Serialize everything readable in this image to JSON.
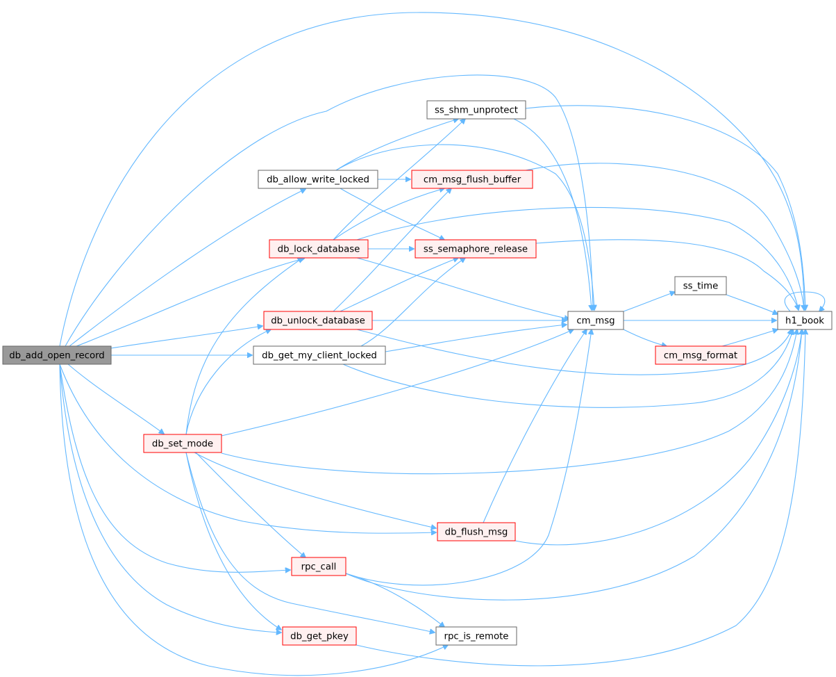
{
  "graph": {
    "type": "call-graph",
    "edge_color": "#63b8ff",
    "nodes": [
      {
        "id": "db_add_open_record",
        "label": "db_add_open_record",
        "style": "root",
        "fill": "#999999",
        "stroke": "#666666"
      },
      {
        "id": "db_allow_write_locked",
        "label": "db_allow_write_locked",
        "style": "normal",
        "fill": "#ffffff",
        "stroke": "#666666"
      },
      {
        "id": "ss_shm_unprotect",
        "label": "ss_shm_unprotect",
        "style": "normal",
        "fill": "#ffffff",
        "stroke": "#666666"
      },
      {
        "id": "cm_msg",
        "label": "cm_msg",
        "style": "normal",
        "fill": "#ffffff",
        "stroke": "#666666"
      },
      {
        "id": "h1_book",
        "label": "h1_book",
        "style": "normal",
        "fill": "#ffffff",
        "stroke": "#666666"
      },
      {
        "id": "ss_time",
        "label": "ss_time",
        "style": "normal",
        "fill": "#ffffff",
        "stroke": "#666666"
      },
      {
        "id": "cm_msg_format",
        "label": "cm_msg_format",
        "style": "truncated",
        "fill": "#fff0f0",
        "stroke": "#ff0000"
      },
      {
        "id": "cm_msg_flush_buffer",
        "label": "cm_msg_flush_buffer",
        "style": "truncated",
        "fill": "#fff0f0",
        "stroke": "#ff0000"
      },
      {
        "id": "ss_semaphore_release",
        "label": "ss_semaphore_release",
        "style": "truncated",
        "fill": "#fff0f0",
        "stroke": "#ff0000"
      },
      {
        "id": "db_lock_database",
        "label": "db_lock_database",
        "style": "truncated",
        "fill": "#fff0f0",
        "stroke": "#ff0000"
      },
      {
        "id": "db_unlock_database",
        "label": "db_unlock_database",
        "style": "truncated",
        "fill": "#fff0f0",
        "stroke": "#ff0000"
      },
      {
        "id": "db_get_my_client_locked",
        "label": "db_get_my_client_locked",
        "style": "normal",
        "fill": "#ffffff",
        "stroke": "#666666"
      },
      {
        "id": "db_set_mode",
        "label": "db_set_mode",
        "style": "truncated",
        "fill": "#fff0f0",
        "stroke": "#ff0000"
      },
      {
        "id": "db_flush_msg",
        "label": "db_flush_msg",
        "style": "truncated",
        "fill": "#fff0f0",
        "stroke": "#ff0000"
      },
      {
        "id": "rpc_call",
        "label": "rpc_call",
        "style": "truncated",
        "fill": "#fff0f0",
        "stroke": "#ff0000"
      },
      {
        "id": "rpc_is_remote",
        "label": "rpc_is_remote",
        "style": "normal",
        "fill": "#ffffff",
        "stroke": "#666666"
      },
      {
        "id": "db_get_pkey",
        "label": "db_get_pkey",
        "style": "truncated",
        "fill": "#fff0f0",
        "stroke": "#ff0000"
      }
    ],
    "edges": [
      {
        "from": "db_add_open_record",
        "to": "h1_book"
      },
      {
        "from": "db_add_open_record",
        "to": "cm_msg"
      },
      {
        "from": "db_add_open_record",
        "to": "db_allow_write_locked"
      },
      {
        "from": "db_add_open_record",
        "to": "db_lock_database"
      },
      {
        "from": "db_add_open_record",
        "to": "db_unlock_database"
      },
      {
        "from": "db_add_open_record",
        "to": "db_get_my_client_locked"
      },
      {
        "from": "db_add_open_record",
        "to": "db_set_mode"
      },
      {
        "from": "db_add_open_record",
        "to": "db_flush_msg"
      },
      {
        "from": "db_add_open_record",
        "to": "rpc_call"
      },
      {
        "from": "db_add_open_record",
        "to": "db_get_pkey"
      },
      {
        "from": "db_add_open_record",
        "to": "rpc_is_remote"
      },
      {
        "from": "db_allow_write_locked",
        "to": "ss_shm_unprotect"
      },
      {
        "from": "db_allow_write_locked",
        "to": "cm_msg"
      },
      {
        "from": "db_allow_write_locked",
        "to": "cm_msg_flush_buffer"
      },
      {
        "from": "db_allow_write_locked",
        "to": "ss_semaphore_release"
      },
      {
        "from": "ss_shm_unprotect",
        "to": "cm_msg"
      },
      {
        "from": "ss_shm_unprotect",
        "to": "h1_book"
      },
      {
        "from": "cm_msg_flush_buffer",
        "to": "h1_book"
      },
      {
        "from": "db_lock_database",
        "to": "ss_shm_unprotect"
      },
      {
        "from": "db_lock_database",
        "to": "cm_msg_flush_buffer"
      },
      {
        "from": "db_lock_database",
        "to": "ss_semaphore_release"
      },
      {
        "from": "db_lock_database",
        "to": "cm_msg"
      },
      {
        "from": "db_lock_database",
        "to": "h1_book"
      },
      {
        "from": "ss_semaphore_release",
        "to": "h1_book"
      },
      {
        "from": "db_unlock_database",
        "to": "cm_msg_flush_buffer"
      },
      {
        "from": "db_unlock_database",
        "to": "ss_semaphore_release"
      },
      {
        "from": "db_unlock_database",
        "to": "cm_msg"
      },
      {
        "from": "db_unlock_database",
        "to": "h1_book"
      },
      {
        "from": "db_get_my_client_locked",
        "to": "ss_semaphore_release"
      },
      {
        "from": "db_get_my_client_locked",
        "to": "cm_msg"
      },
      {
        "from": "db_get_my_client_locked",
        "to": "h1_book"
      },
      {
        "from": "cm_msg",
        "to": "ss_time"
      },
      {
        "from": "cm_msg",
        "to": "h1_book"
      },
      {
        "from": "cm_msg",
        "to": "cm_msg_format"
      },
      {
        "from": "ss_time",
        "to": "h1_book"
      },
      {
        "from": "cm_msg_format",
        "to": "h1_book"
      },
      {
        "from": "h1_book",
        "to": "h1_book"
      },
      {
        "from": "db_set_mode",
        "to": "db_lock_database"
      },
      {
        "from": "db_set_mode",
        "to": "db_unlock_database"
      },
      {
        "from": "db_set_mode",
        "to": "cm_msg"
      },
      {
        "from": "db_set_mode",
        "to": "h1_book"
      },
      {
        "from": "db_set_mode",
        "to": "db_flush_msg"
      },
      {
        "from": "db_set_mode",
        "to": "rpc_call"
      },
      {
        "from": "db_set_mode",
        "to": "db_get_pkey"
      },
      {
        "from": "db_set_mode",
        "to": "rpc_is_remote"
      },
      {
        "from": "db_flush_msg",
        "to": "cm_msg"
      },
      {
        "from": "db_flush_msg",
        "to": "h1_book"
      },
      {
        "from": "rpc_call",
        "to": "cm_msg"
      },
      {
        "from": "rpc_call",
        "to": "h1_book"
      },
      {
        "from": "rpc_call",
        "to": "rpc_is_remote"
      },
      {
        "from": "db_get_pkey",
        "to": "h1_book"
      }
    ]
  }
}
